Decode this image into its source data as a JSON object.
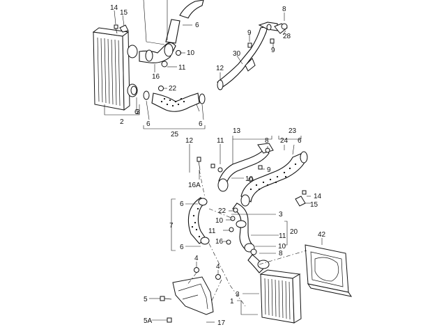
{
  "callouts": {
    "top_14": "14",
    "top_15": "15",
    "top_6a": "6",
    "top_10": "10",
    "top_16": "16",
    "top_11": "11",
    "top_22": "22",
    "top_8": "8",
    "top_9a": "9",
    "top_28": "28",
    "top_9b": "9",
    "top_30": "30",
    "top_12": "12",
    "top_6b": "6",
    "top_6c": "6",
    "top_3": "3",
    "top_6d": "6",
    "top_2": "2",
    "top_25": "25",
    "b_13": "13",
    "b_23": "23",
    "b_12": "12",
    "b_11": "11",
    "b_8": "8",
    "b_24": "24",
    "b_6a": "6",
    "b_9": "9",
    "b_10a": "10",
    "b_16A": "16A",
    "b_14": "14",
    "b_15": "15",
    "b_6b": "6",
    "b_22": "22",
    "b_3a": "3",
    "b_7": "7",
    "b_10b": "10",
    "b_11b": "11",
    "b_20": "20",
    "b_11c": "11",
    "b_16": "16",
    "b_6c": "6",
    "b_42": "42",
    "b_10c": "10",
    "b_8b": "8",
    "b_4a": "4",
    "b_4b": "4",
    "b_5": "5",
    "b_3b": "3",
    "b_1": "1",
    "b_5A": "5A",
    "b_17": "17"
  },
  "icons": {
    "hose": "corrugated-hose-icon",
    "intercooler": "intercooler-core-icon",
    "bolt": "bolt-icon",
    "oring": "o-ring-icon",
    "clamp": "hose-clamp-icon",
    "nut": "nut-icon",
    "air_guide": "air-guide-icon",
    "fan_shroud": "fan-shroud-icon"
  }
}
